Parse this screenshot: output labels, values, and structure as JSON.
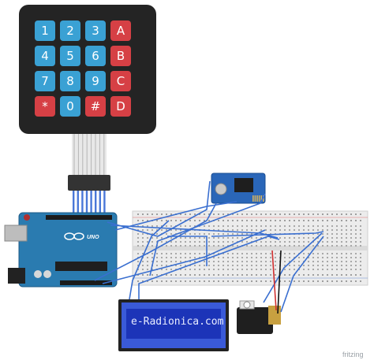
{
  "keypad": {
    "rows": [
      [
        "1",
        "2",
        "3",
        "A"
      ],
      [
        "4",
        "5",
        "6",
        "B"
      ],
      [
        "7",
        "8",
        "9",
        "C"
      ],
      [
        "*",
        "0",
        "#",
        "D"
      ]
    ]
  },
  "arduino": {
    "label": "UNO"
  },
  "lcd": {
    "text": "e-Radionica.com"
  },
  "footer": {
    "brand": "fritzing"
  },
  "colors": {
    "key_blue": "#3aa1d4",
    "key_red": "#d64045",
    "keypad_body": "#242424",
    "wire_blue": "#3a6fd0",
    "arduino_blue": "#2a7bb0",
    "lcd_screen": "#1c34b8"
  }
}
